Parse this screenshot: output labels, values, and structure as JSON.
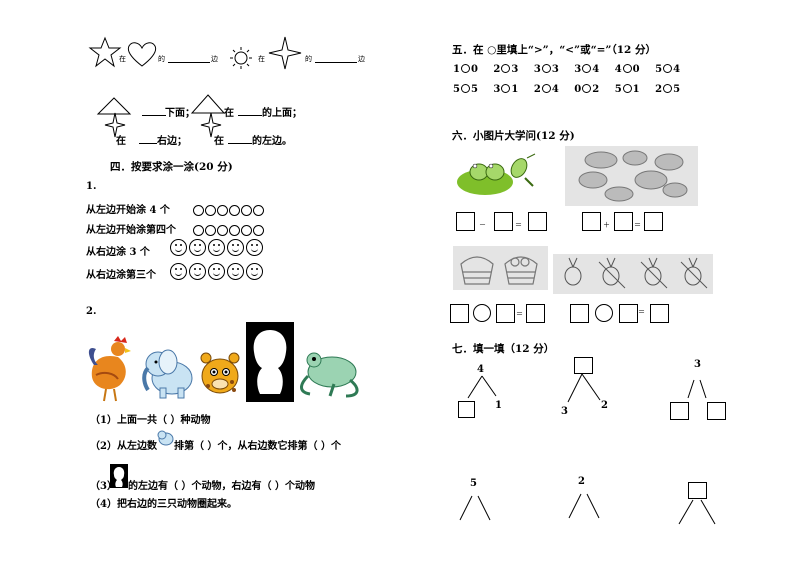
{
  "left": {
    "row1": {
      "in1": "在",
      "of1": "的",
      "side1": "边",
      "in2": "在",
      "of2": "的",
      "side2": "边"
    },
    "row2": {
      "below": "下面；",
      "in1": "在",
      "above": "的上面；"
    },
    "row3": {
      "in1": "在",
      "right": "右边；",
      "in2": "在",
      "leftof": "的左边。"
    },
    "section4": {
      "title": "四．按要求涂一涂(20 分)",
      "q1_num": "1.",
      "items": [
        "从左边开始涂 4 个",
        "从左边开始涂第四个",
        "从右边涂 3 个",
        "从右边涂第三个"
      ],
      "q2_num": "2.",
      "sub1": "（1）上面一共（    ）种动物",
      "sub2a": "（2）从左边数",
      "sub2b": "排第（    ）个，从右边数它排第（    ）个",
      "sub3a": "（3）",
      "sub3b": "的左边有（    ）个动物，右边有（    ）个动物",
      "sub4": "（4）把右边的三只动物圈起来。"
    }
  },
  "right": {
    "section5": {
      "title": "五．在 ○里填上“>”，“<”或“=”（12 分）",
      "row1": [
        [
          "1",
          "0"
        ],
        [
          "2",
          "3"
        ],
        [
          "3",
          "3"
        ],
        [
          "3",
          "4"
        ],
        [
          "4",
          "0"
        ],
        [
          "5",
          "4"
        ]
      ],
      "row2": [
        [
          "5",
          "5"
        ],
        [
          "3",
          "1"
        ],
        [
          "2",
          "4"
        ],
        [
          "0",
          "2"
        ],
        [
          "5",
          "1"
        ],
        [
          "2",
          "5"
        ]
      ]
    },
    "section6": {
      "title": "六．小图片大学问(12 分)",
      "minus": "－",
      "equals": "＝",
      "plus": "＋"
    },
    "section7": {
      "title": "七．填一填（12 分）",
      "trees": [
        {
          "top": "4",
          "left": "",
          "right": "1"
        },
        {
          "top": "",
          "left": "3",
          "right": "2"
        },
        {
          "top": "3",
          "left": "",
          "right": ""
        },
        {
          "top": "5",
          "left": "",
          "right": ""
        },
        {
          "top": "2",
          "left": "",
          "right": ""
        },
        {
          "top": "",
          "left": "",
          "right": ""
        }
      ]
    }
  }
}
